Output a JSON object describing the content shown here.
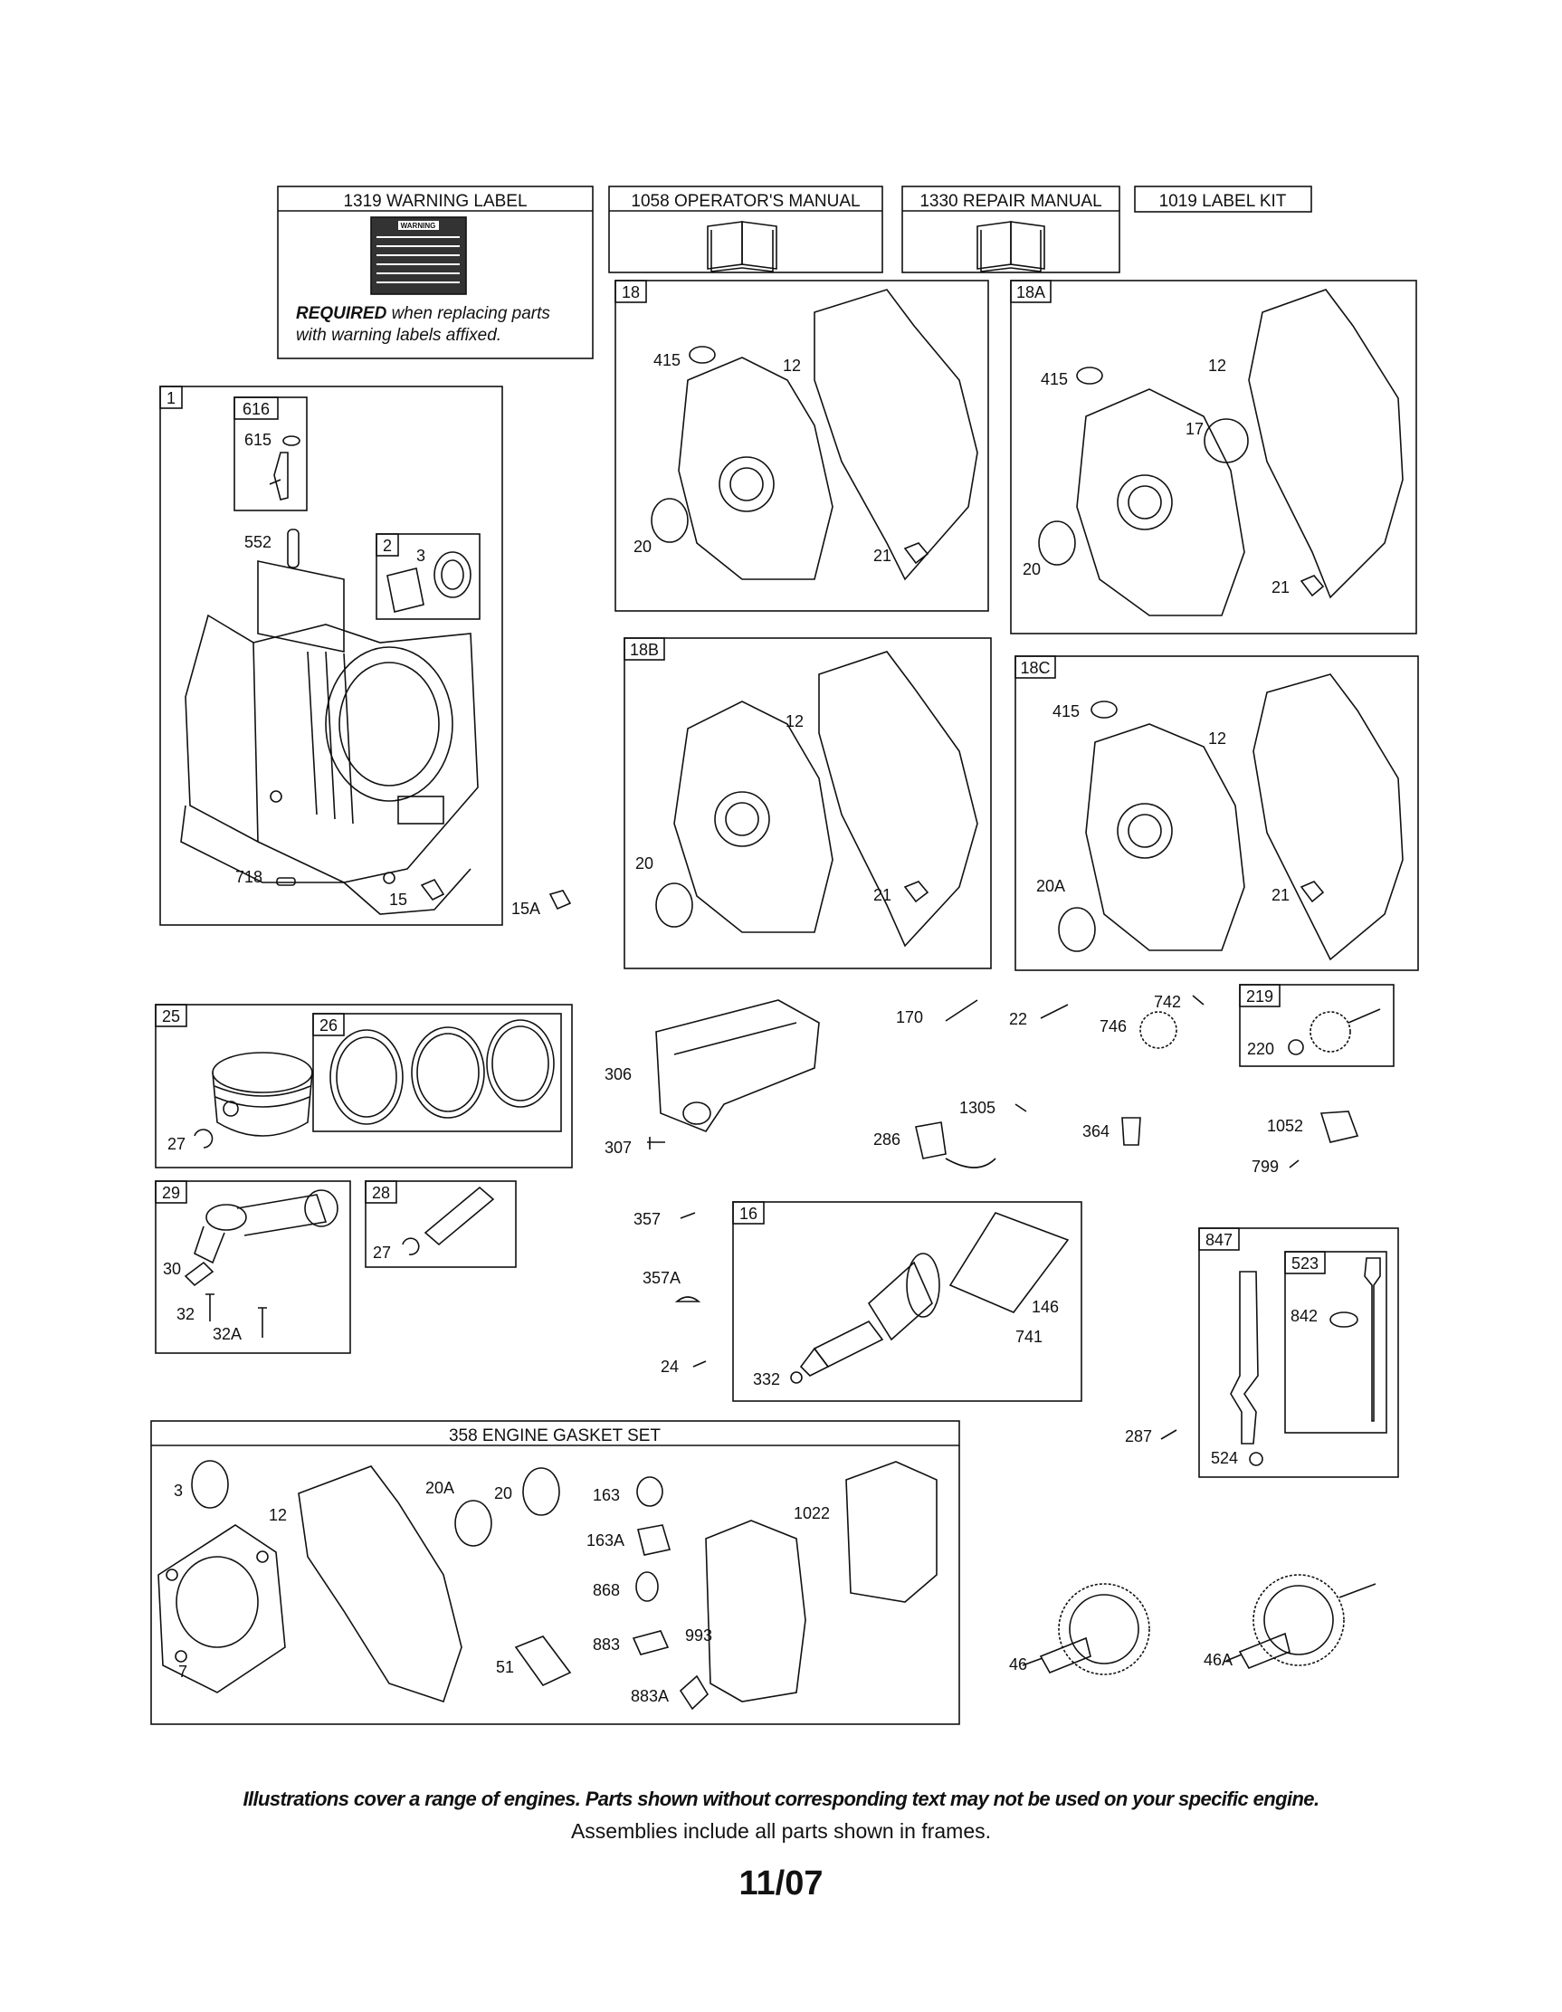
{
  "header_boxes": {
    "warning_label": "1319 WARNING LABEL",
    "operators_manual": "1058 OPERATOR'S MANUAL",
    "repair_manual": "1330 REPAIR MANUAL",
    "label_kit": "1019 LABEL KIT"
  },
  "warning_sticker_text": "WARNING",
  "required_note": {
    "bold": "REQUIRED",
    "rest_line1": " when replacing parts",
    "line2": "with warning labels affixed."
  },
  "frame_labels": {
    "cylinder": "1",
    "valve_guide": "616",
    "bushing": "2",
    "cover_18": "18",
    "cover_18A": "18A",
    "cover_18B": "18B",
    "cover_18C": "18C",
    "piston": "25",
    "rings": "26",
    "rod": "29",
    "pin": "28",
    "crankshaft": "16",
    "gear_219": "219",
    "dipstick_tube": "847",
    "dipstick": "523"
  },
  "gasket_set_title": "358 ENGINE GASKET SET",
  "callouts": {
    "c615": "615",
    "c552": "552",
    "c3": "3",
    "c718": "718",
    "c15": "15",
    "c15A": "15A",
    "a415": "415",
    "a12": "12",
    "a20": "20",
    "a21": "21",
    "b415": "415",
    "b12": "12",
    "b17": "17",
    "b20": "20",
    "b21": "21",
    "d12": "12",
    "d20": "20",
    "d21": "21",
    "e415": "415",
    "e12": "12",
    "e20A": "20A",
    "e21": "21",
    "p27": "27",
    "r30": "30",
    "r32": "32",
    "r32A": "32A",
    "pin27": "27",
    "s306": "306",
    "s307": "307",
    "s170": "170",
    "s22": "22",
    "s742": "742",
    "s746": "746",
    "s220": "220",
    "s1305": "1305",
    "s286": "286",
    "s364": "364",
    "s1052": "1052",
    "s799": "799",
    "k357": "357",
    "k357A": "357A",
    "k24": "24",
    "k146": "146",
    "k741": "741",
    "k332": "332",
    "t842": "842",
    "t287": "287",
    "t524": "524",
    "g3": "3",
    "g12": "12",
    "g20A": "20A",
    "g20": "20",
    "g163": "163",
    "g163A": "163A",
    "g868": "868",
    "g883": "883",
    "g883A": "883A",
    "g993": "993",
    "g1022": "1022",
    "g7": "7",
    "g51": "51",
    "cam46": "46",
    "cam46A": "46A"
  },
  "footer": {
    "disclaimer": "Illustrations cover a range of engines. Parts shown without corresponding text may not be used on your specific engine.",
    "assemblies_note": "Assemblies include all parts shown in frames.",
    "date_code": "11/07"
  }
}
